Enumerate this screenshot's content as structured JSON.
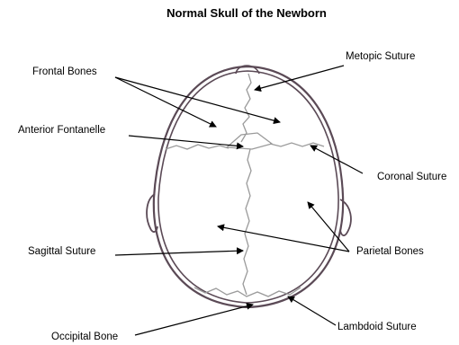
{
  "title": "Normal Skull of the Newborn",
  "labels": {
    "metopic_suture": "Metopic Suture",
    "frontal_bones": "Frontal Bones",
    "anterior_fontanelle": "Anterior Fontanelle",
    "coronal_suture": "Coronal Suture",
    "sagittal_suture": "Sagittal Suture",
    "parietal_bones": "Parietal Bones",
    "occipital_bone": "Occipital Bone",
    "lambdoid_suture": "Lambdoid Suture"
  },
  "colors": {
    "outline": "#5b4a56",
    "suture": "#9a9a9a",
    "arrow": "#000000"
  }
}
